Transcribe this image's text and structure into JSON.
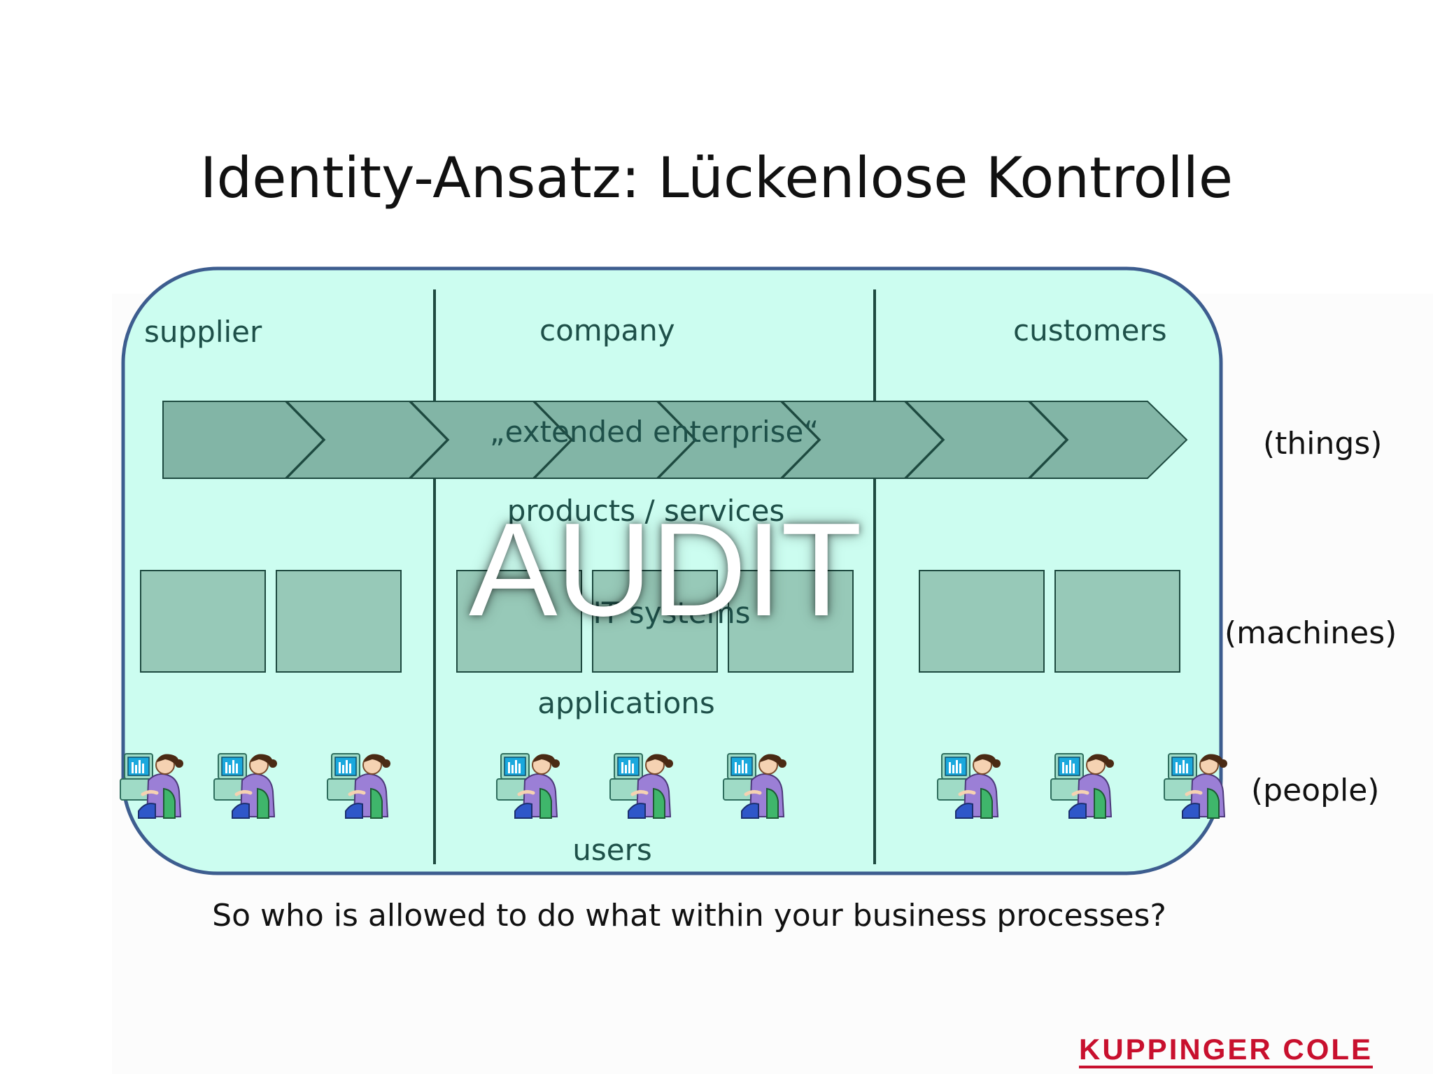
{
  "slide": {
    "title": "Identity-Ansatz: Lückenlose Kontrolle",
    "question": "So who is allowed to do what within your business processes?",
    "logo_text": "KUPPINGER COLE"
  },
  "columns": {
    "supplier": "supplier",
    "company": "company",
    "customers": "customers"
  },
  "layers": {
    "extended_enterprise": "„extended enterprise“",
    "products_services": "products / services",
    "it_systems": "IT systems",
    "applications": "applications",
    "users": "users"
  },
  "side_labels": {
    "things": "(things)",
    "machines": "(machines)",
    "people": "(people)"
  },
  "overlay": {
    "audit": "AUDIT"
  },
  "colors": {
    "panel_fill": "#ccfdf0",
    "panel_border": "#3d5d8f",
    "chevron_fill": "#82b5a6",
    "box_fill": "#97c9b8",
    "divider": "#1e4a40",
    "text": "#1e5049",
    "logo": "#c8102e"
  },
  "icons": [
    "user-at-computer-icon"
  ]
}
